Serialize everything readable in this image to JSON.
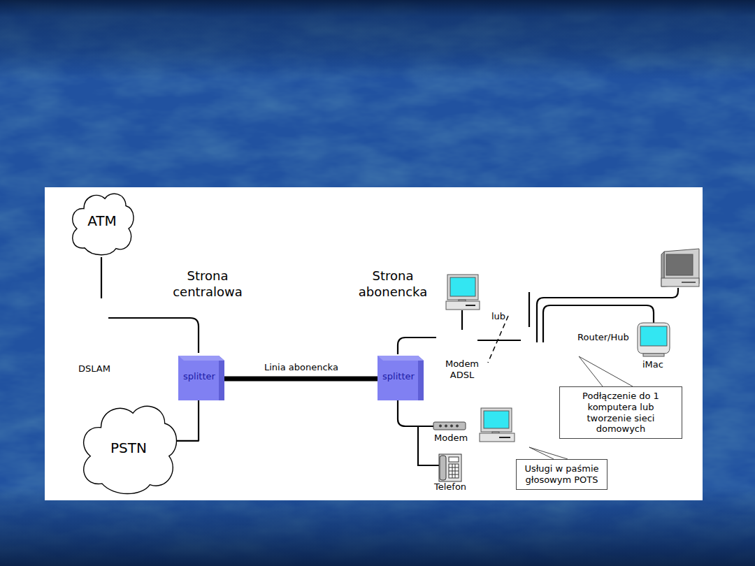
{
  "diagram": {
    "nodes": [
      {
        "text": [
          "ATM"
        ]
      },
      {
        "text": [
          "splitter"
        ]
      },
      {
        "text": [
          "splitter"
        ]
      },
      {
        "text": [
          "Podłączenie do 1 komputera lub tworzenie sieci domowych"
        ]
      },
      {
        "text": [
          "PSTN"
        ]
      },
      {
        "text": [
          "Usługi w paśmie głosowym POTS"
        ]
      }
    ],
    "edges": [
      {
        "from": 1,
        "to": 2,
        "label": "Linia abonencka",
        "arrow": "none"
      },
      {
        "from": 1,
        "to": 4,
        "arrow": "none"
      }
    ],
    "labels": [
      "Strona centralowa",
      "Strona abonencka",
      "DSLAM",
      "lub",
      "Modem ADSL",
      "Router/Hub",
      "iMac",
      "Modem",
      "Telefon"
    ]
  }
}
